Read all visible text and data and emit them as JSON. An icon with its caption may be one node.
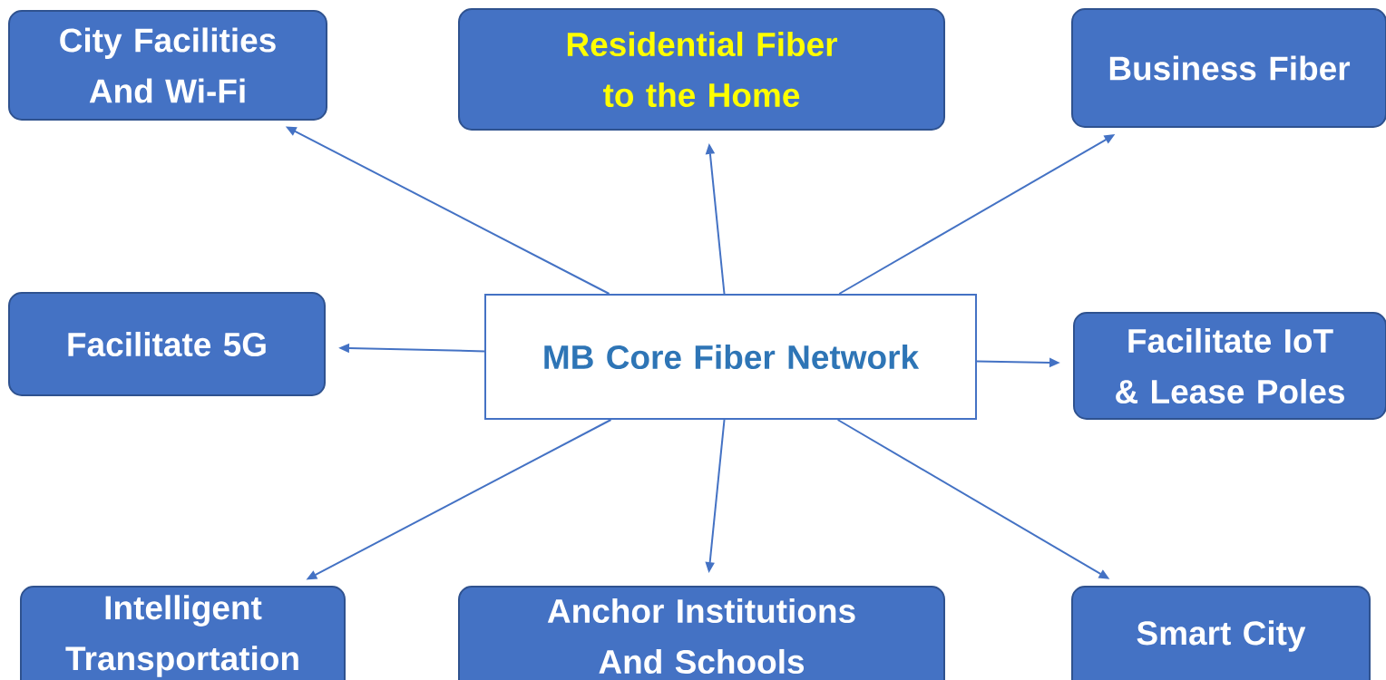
{
  "diagram": {
    "nodes": [
      {
        "text": [
          "City Facilities And Wi-Fi"
        ]
      },
      {
        "text": [
          "Residential Fiber to the Home"
        ]
      },
      {
        "text": [
          "Business Fiber"
        ]
      },
      {
        "text": [
          "Facilitate 5G"
        ]
      },
      {
        "text": [
          "MB Core Fiber Network"
        ]
      },
      {
        "text": [
          "Facilitate IoT & Lease Poles"
        ]
      },
      {
        "text": [
          "Intelligent Transportation"
        ]
      },
      {
        "text": [
          "Anchor Institutions And Schools"
        ]
      },
      {
        "text": [
          "Smart City"
        ]
      }
    ],
    "edges": [
      {
        "from": 4,
        "to": 0,
        "arrow": "to"
      },
      {
        "from": 4,
        "to": 1,
        "arrow": "to"
      },
      {
        "from": 4,
        "to": 2,
        "arrow": "to"
      },
      {
        "from": 4,
        "to": 3,
        "arrow": "to"
      },
      {
        "from": 4,
        "to": 5,
        "arrow": "to"
      },
      {
        "from": 4,
        "to": 6,
        "arrow": "to"
      },
      {
        "from": 4,
        "to": 7,
        "arrow": "to"
      },
      {
        "from": 4,
        "to": 8,
        "arrow": "to"
      }
    ]
  }
}
